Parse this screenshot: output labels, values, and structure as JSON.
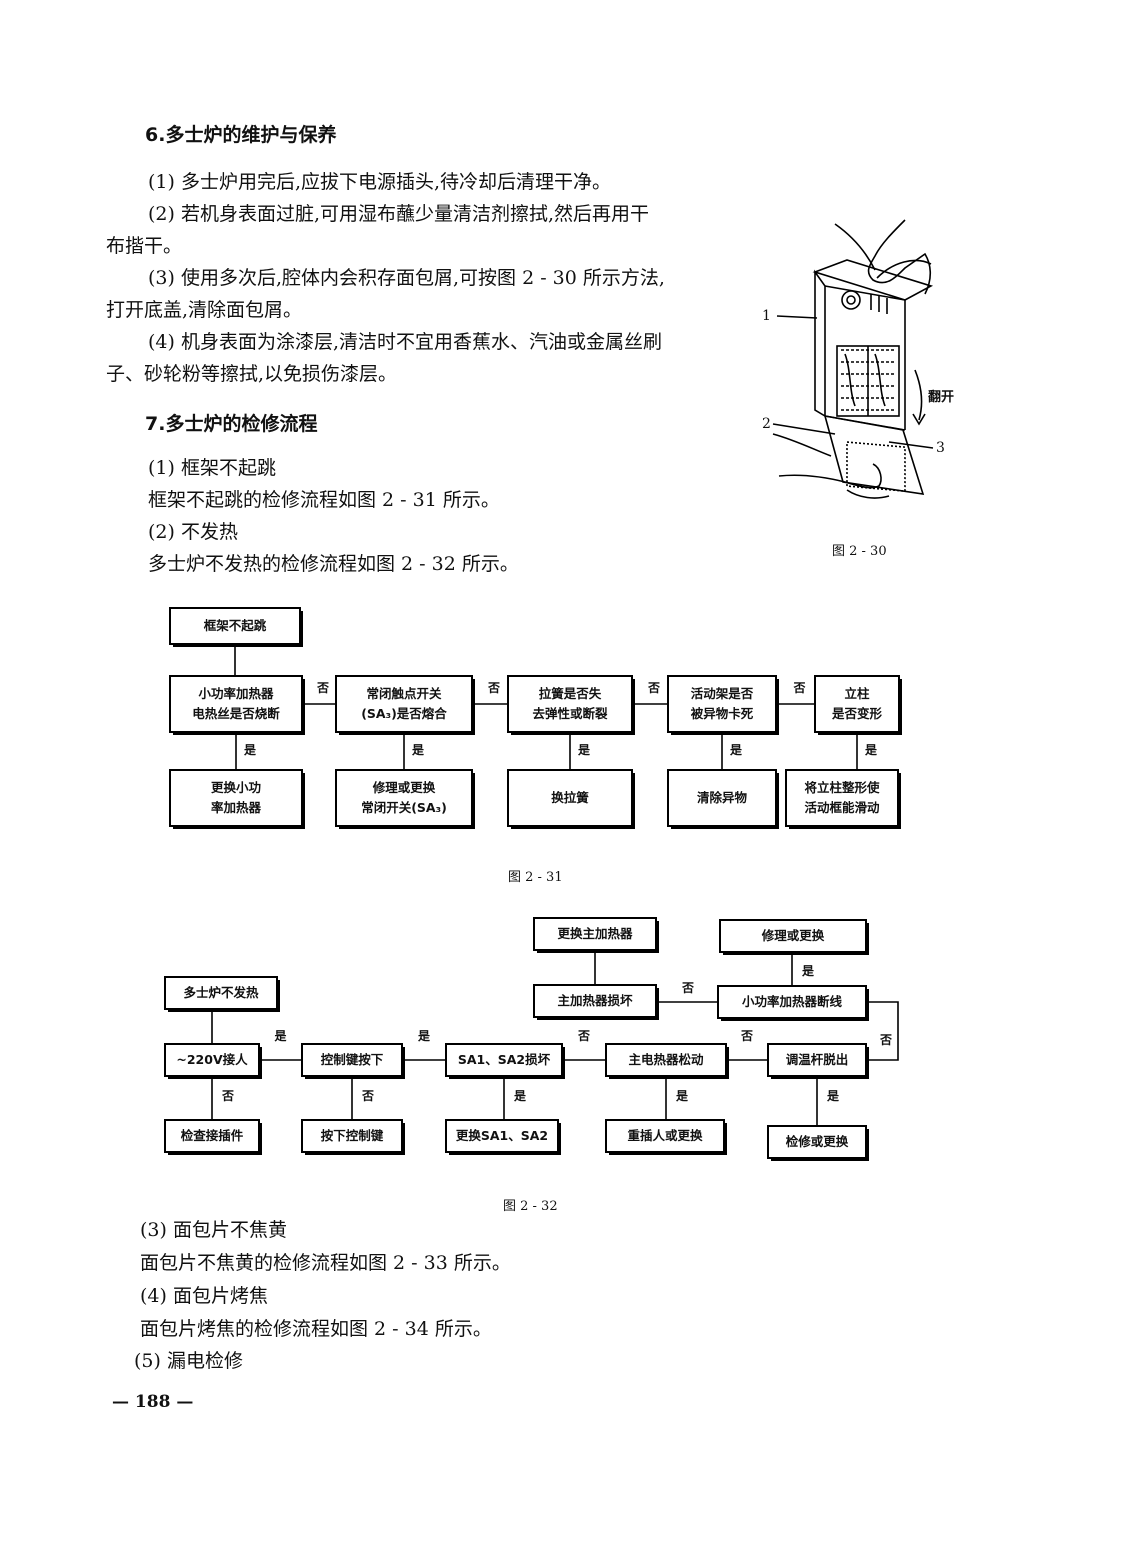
{
  "section6": {
    "title": "6.多士炉的维护与保养",
    "items": [
      "(1) 多士炉用完后,应拔下电源插头,待冷却后清理干净。",
      "(2) 若机身表面过脏,可用湿布蘸少量清洁剂擦拭,然后再用干",
      "布揩干。",
      "(3) 使用多次后,腔体内会积存面包屑,可按图 2 - 30 所示方法,",
      "打开底盖,清除面包屑。",
      "(4) 机身表面为涂漆层,清洁时不宜用香蕉水、汽油或金属丝刷",
      "子、砂轮粉等擦拭,以免损伤漆层。"
    ]
  },
  "section7": {
    "title": "7.多士炉的检修流程",
    "items": [
      "(1) 框架不起跳",
      "框架不起跳的检修流程如图 2 - 31 所示。",
      "(2) 不发热",
      "多士炉不发热的检修流程如图 2 - 32 所示。"
    ]
  },
  "fig230": {
    "caption": "图 2 - 30",
    "label1": "1",
    "label2": "2",
    "label3": "3",
    "flip": "翻开"
  },
  "fig231": {
    "caption": "图 2 - 31",
    "start": "框架不起跳",
    "checks": [
      [
        "小功率加热器",
        "电热丝是否烧断"
      ],
      [
        "常闭触点开关",
        "(SA₃)是否熔合"
      ],
      [
        "拉簧是否失",
        "去弹性或断裂"
      ],
      [
        "活动架是否",
        "被异物卡死"
      ],
      [
        "立柱",
        "是否变形"
      ]
    ],
    "fixes": [
      [
        "更换小功",
        "率加热器"
      ],
      [
        "修理或更换",
        "常闭开关(SA₃)"
      ],
      [
        "换拉簧"
      ],
      [
        "清除异物"
      ],
      [
        "将立柱整形使",
        "活动框能滑动"
      ]
    ],
    "no": "否",
    "yes": "是"
  },
  "fig232": {
    "caption": "图 2 - 32",
    "start": "多士炉不发热",
    "main": [
      "~220V接人",
      "控制键按下",
      "SA1、SA2损坏",
      "主电热器松动",
      "调温杆脱出"
    ],
    "fixes": [
      "检查接插件",
      "按下控制键",
      "更换SA1、SA2",
      "重插人或更换",
      "检修或更换"
    ],
    "upper": {
      "small": "小功率加热器断线",
      "repair": "修理或更换",
      "main_broken": "主加热器损坏",
      "replace_main": "更换主加热器"
    },
    "no": "否",
    "yes": "是"
  },
  "tail": {
    "items": [
      "(3) 面包片不焦黄",
      "面包片不焦黄的检修流程如图 2 - 33 所示。",
      "(4) 面包片烤焦",
      "面包片烤焦的检修流程如图 2 - 34 所示。",
      "(5) 漏电检修"
    ]
  },
  "page": {
    "number": "— 188 —"
  }
}
